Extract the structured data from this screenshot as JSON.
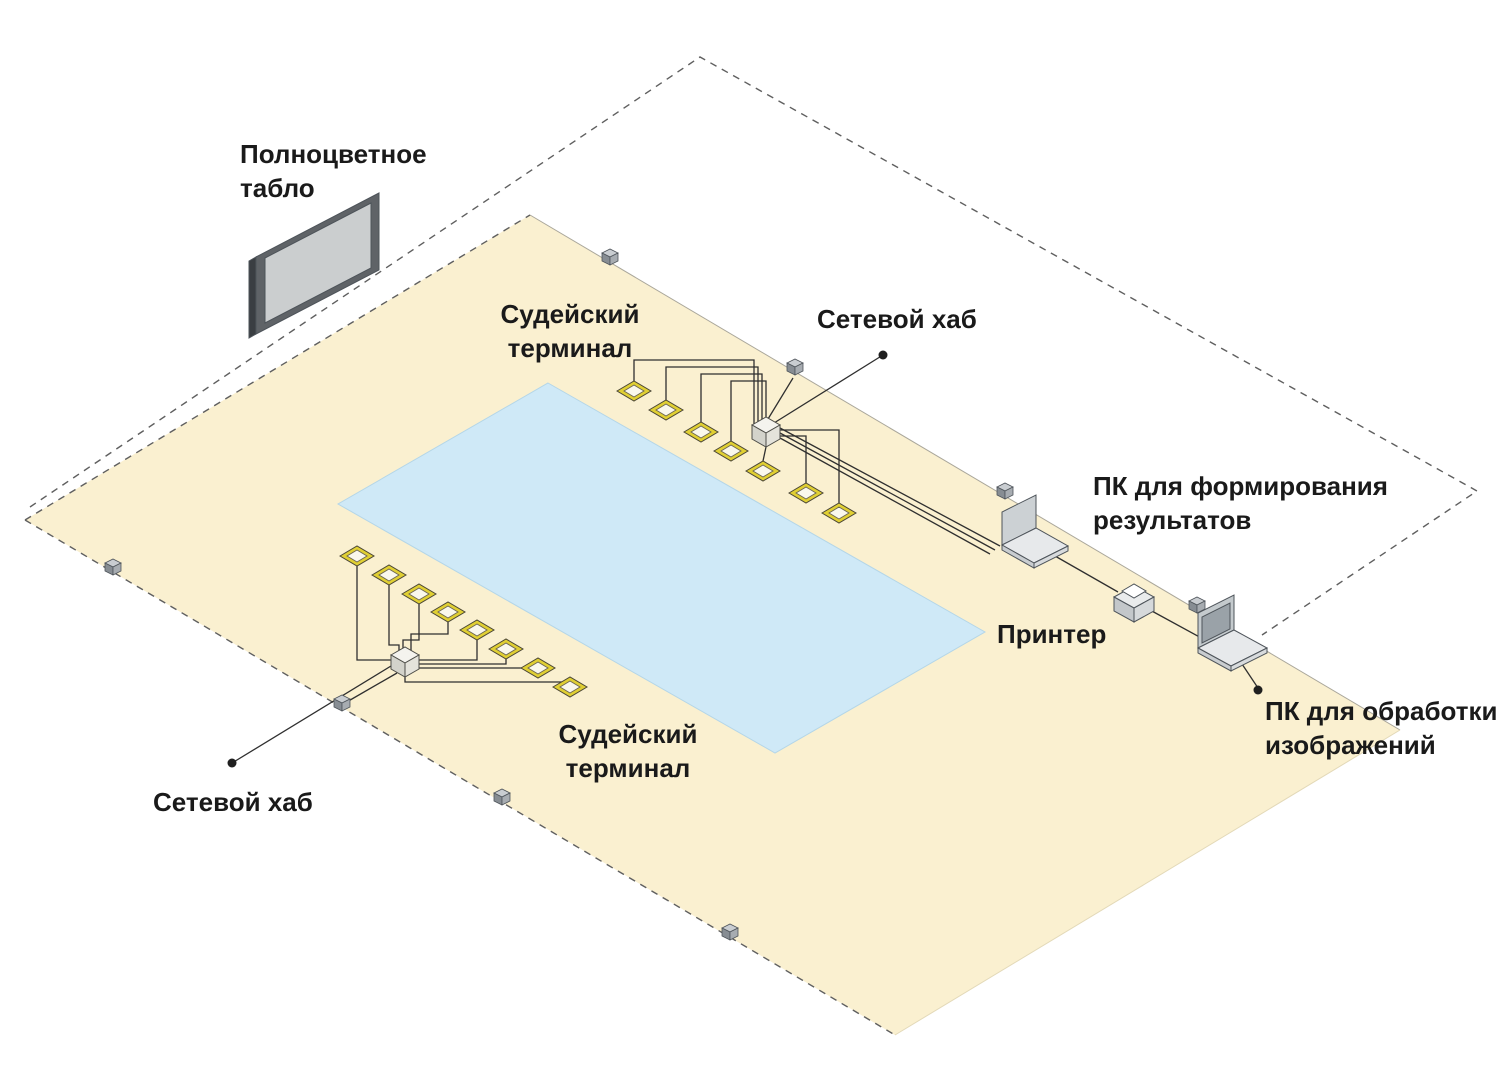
{
  "diagram": {
    "type": "isometric-network-layout",
    "labels": {
      "scoreboard": "Полноцветное табло",
      "judge_terminal": "Судейский терминал",
      "network_hub": "Сетевой хаб",
      "results_pc": "ПК для формирования результатов",
      "printer": "Принтер",
      "image_pc": "ПК для обработки изображений"
    },
    "colors": {
      "floor": "#faf0d0",
      "pool": "#cfe9f7",
      "terminal_accent": "#e0cf33",
      "line": "#2f2f2f",
      "dash": "#5f5f5f",
      "text": "#1a1a1a"
    },
    "equipment": {
      "judge_terminals_top_row": 7,
      "judge_terminals_bottom_row": 8,
      "network_hubs": 2,
      "wall_sockets": 8,
      "laptops": 2,
      "printers": 1,
      "scoreboards": 1
    }
  }
}
